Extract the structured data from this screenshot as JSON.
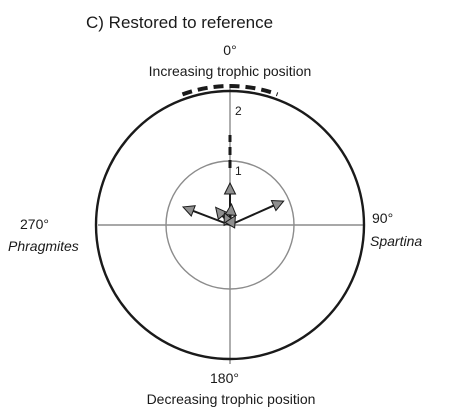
{
  "panel_title": "C) Restored to reference",
  "directions": {
    "top": {
      "degree": "0°",
      "label": "Increasing trophic position"
    },
    "right": {
      "degree": "90°",
      "label": "Spartina"
    },
    "bottom": {
      "degree": "180°",
      "label": "Decreasing trophic position"
    },
    "left": {
      "degree": "270°",
      "label": "Phragmites"
    }
  },
  "ring_labels": [
    "1",
    "2"
  ],
  "colors": {
    "outline": "#1a1a1a",
    "axis": "#8c8c8c",
    "inner_ring": "#8c8c8c",
    "arrow_fill": "#8f8f8f"
  },
  "vectors": [
    {
      "angle_deg": 0,
      "magnitude": 0.7
    },
    {
      "angle_deg": 291,
      "magnitude": 0.84
    },
    {
      "angle_deg": 66,
      "magnitude": 0.98
    },
    {
      "angle_deg": 321,
      "magnitude": 0.38
    },
    {
      "angle_deg": 4,
      "magnitude": 0.35
    },
    {
      "angle_deg": 335,
      "magnitude": 0.22
    },
    {
      "angle_deg": 30,
      "magnitude": 0.18
    }
  ],
  "mean_vector": {
    "angle_deg": 0,
    "magnitude": 1.5
  },
  "arc": {
    "start_deg": -20,
    "end_deg": 20
  }
}
